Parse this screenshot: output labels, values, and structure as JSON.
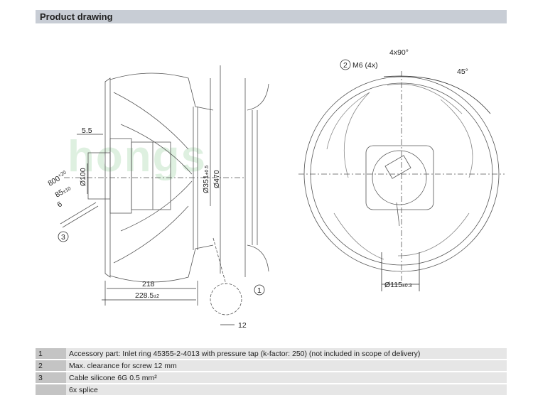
{
  "header": {
    "title": "Product drawing"
  },
  "drawing": {
    "side_view": {
      "dim_5_5": "5.5",
      "dim_800": "800",
      "dim_800_tol": "+20",
      "dim_85": "85",
      "dim_85_tol": "±10",
      "dim_6": "6",
      "dim_d100": "Ø100",
      "dim_d351": "Ø351",
      "dim_d351_tol": "±0.5",
      "dim_d470": "Ø470",
      "dim_218": "218",
      "dim_228": "228.5",
      "dim_228_tol": "±2",
      "dim_12": "12",
      "callout_1": "1",
      "callout_3": "3"
    },
    "front_view": {
      "angle_4x90": "4x90°",
      "angle_45": "45°",
      "callout_2": "2",
      "screw": "M6 (4x)",
      "dim_d115": "Ø115",
      "dim_d115_tol": "±0.3"
    },
    "watermark": "hongsheng"
  },
  "notes": [
    {
      "num": "1",
      "text": "Accessory part: Inlet ring 45355-2-4013 with pressure tap (k-factor: 250) (not included in scope of delivery)"
    },
    {
      "num": "2",
      "text": "Max. clearance for screw 12 mm"
    },
    {
      "num": "3",
      "text": "Cable silicone 6G 0.5 mm²"
    },
    {
      "num": "",
      "text": "6x splice"
    }
  ]
}
